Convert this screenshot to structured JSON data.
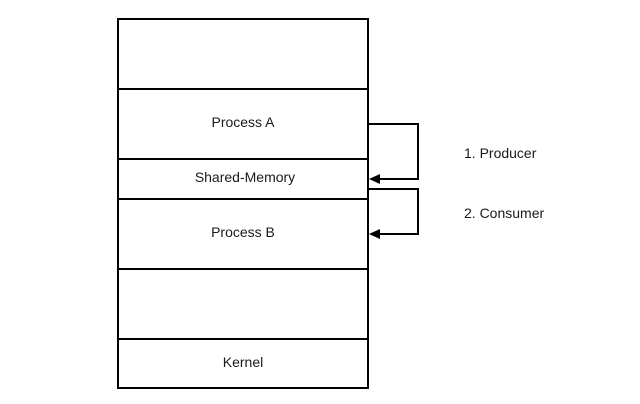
{
  "memory_stack": {
    "segments": [
      {
        "id": "top-empty",
        "label": ""
      },
      {
        "id": "process-a",
        "label": "Process A"
      },
      {
        "id": "shared-memory",
        "label": "Shared-Memory"
      },
      {
        "id": "process-b",
        "label": "Process B"
      },
      {
        "id": "lower-empty",
        "label": ""
      },
      {
        "id": "kernel",
        "label": "Kernel"
      }
    ]
  },
  "arrows": {
    "producer": {
      "label": "1. Producer"
    },
    "consumer": {
      "label": "2. Consumer"
    }
  },
  "colors": {
    "stroke": "#000000",
    "background": "#ffffff",
    "text": "#1a1a1a"
  }
}
